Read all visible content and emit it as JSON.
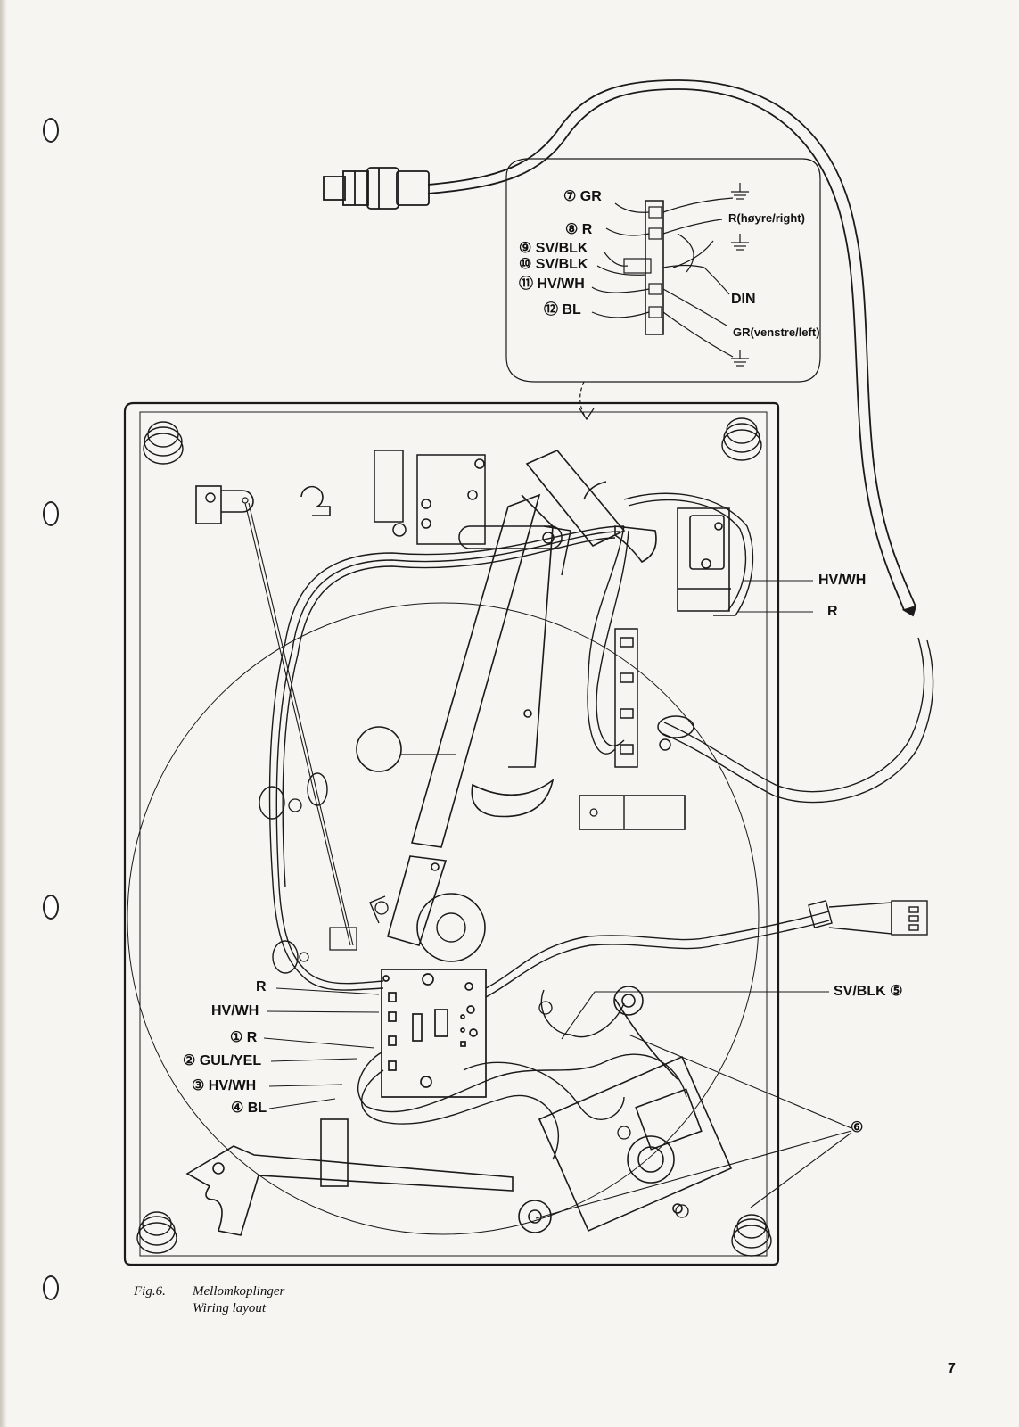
{
  "caption": {
    "figure": "Fig.6.",
    "title_no": "Mellomkoplinger",
    "title_en": "Wiring layout"
  },
  "page_number": "7",
  "inset_labels": {
    "l7": "⑦ GR",
    "l8": "⑧ R",
    "l9": "⑨ SV/BLK",
    "l10": "⑩ SV/BLK",
    "l11": "⑪ HV/WH",
    "l12": "⑫ BL",
    "right": "R(høyre/right)",
    "din": "DIN",
    "left": "GR(venstre/left)"
  },
  "side_labels": {
    "hvwh": "HV/WH",
    "r": "R",
    "svblk5": "SV/BLK ⑤",
    "six": "⑥"
  },
  "board_labels": {
    "r": "R",
    "hvwh": "HV/WH",
    "l1": "① R",
    "l2": "② GUL/YEL",
    "l3": "③ HV/WH",
    "l4": "④ BL"
  }
}
